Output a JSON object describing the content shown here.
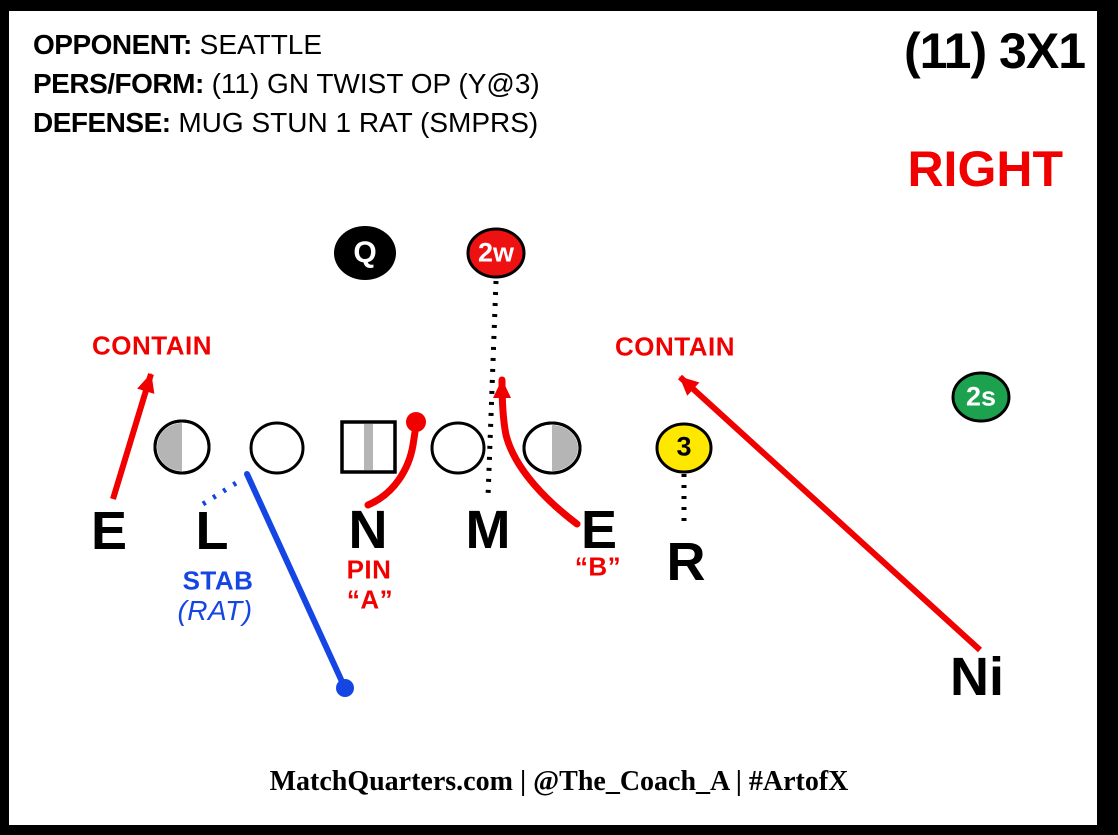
{
  "header": {
    "opponent_label": "OPPONENT:",
    "opponent_value": "SEATTLE",
    "pers_form_label": "PERS/FORM:",
    "pers_form_value": "(11) GN TWIST OP (Y@3)",
    "defense_label": "DEFENSE:",
    "defense_value": "MUG STUN 1 RAT (SMPRS)",
    "formation_tag": "(11) 3X1",
    "direction_tag": "RIGHT"
  },
  "offense": {
    "quarterback": "Q",
    "back_weak": "2w",
    "slot_strong": "2s",
    "receiver_three": "3"
  },
  "defense": {
    "end_left": "E",
    "lb_left": "L",
    "nose": "N",
    "mike": "M",
    "end_right": "E",
    "rover": "R",
    "nickel": "Ni"
  },
  "annotations": {
    "contain_left": "CONTAIN",
    "contain_right": "CONTAIN",
    "stab": "STAB",
    "stab_note": "(RAT)",
    "pin": "PIN",
    "pin_gap": "“A”",
    "b_gap": "“B”"
  },
  "footer": {
    "credit": "MatchQuarters.com | @The_Coach_A | #ArtofX"
  },
  "colors": {
    "arrow_red": "#f10000",
    "badge_red": "#ee1111",
    "badge_yellow": "#ffe800",
    "badge_green": "#1ca24e",
    "line_blue": "#1546e4",
    "shade_gray": "#b5b5b5"
  }
}
